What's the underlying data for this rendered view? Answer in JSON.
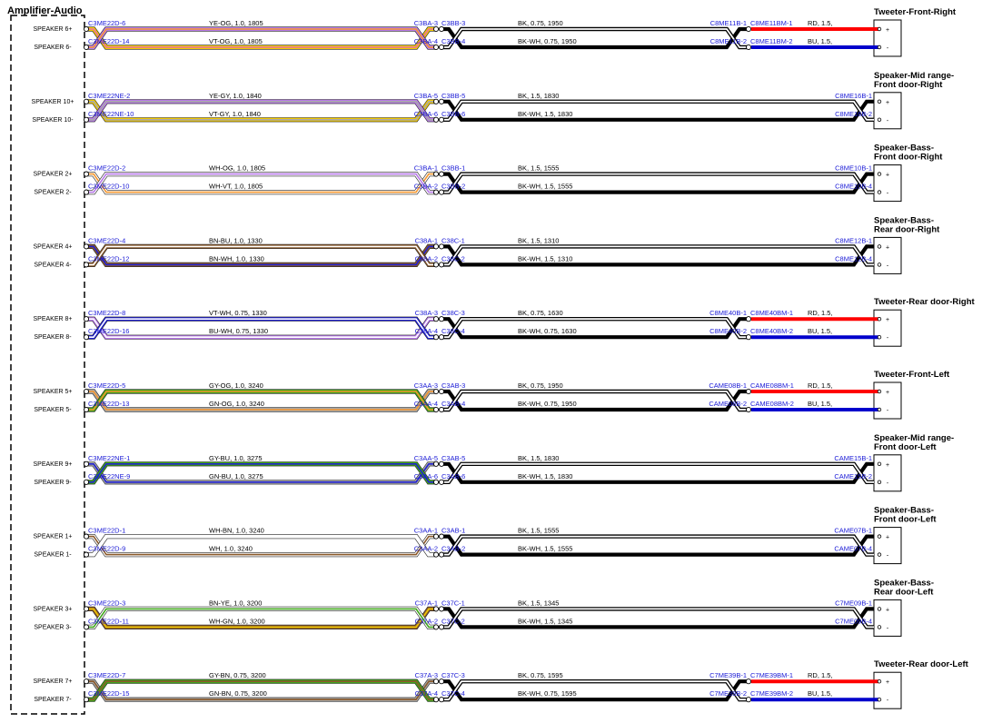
{
  "amplifier_title": "Amplifier-Audio",
  "colors": {
    "YE": "#f0c800",
    "OG": "#f5962e",
    "VT": "#b779e8",
    "GY": "#a8a8a8",
    "WH": "#ffffff",
    "BN": "#8b5a2b",
    "BU": "#2020d0",
    "GN": "#3fa51a",
    "PK": "#e870a0",
    "BK": "#000000",
    "RD": "#ff0000",
    "BUS": "#0000cc",
    "label_blue": "#1a1ad6"
  },
  "groups": [
    {
      "device": [
        "Tweeter-Front-Right"
      ],
      "rows": [
        {
          "pin": "SPEAKER 6+",
          "c1": "C3ME22D-6",
          "w1": "YE-OG, 1.0, 1805",
          "cc1": "YE",
          "cc2": "PK",
          "cA": "C3BA-3",
          "cB": "C3BB-3",
          "w2": "BK, 0.75, 1950",
          "c2b": "C8ME11B-1",
          "c3": "C8ME11BM-1",
          "w3": "RD, 1.5,",
          "w3c": "RD",
          "pol": "+"
        },
        {
          "pin": "SPEAKER 6-",
          "c1": "C3ME22D-14",
          "w1": "VT-OG, 1.0, 1805",
          "cc1": "VT",
          "cc2": "OG",
          "cA": "C3BA-4",
          "cB": "C3BB-4",
          "w2": "BK-WH, 0.75, 1950",
          "c2b": "C8ME11B-2",
          "c3": "C8ME11BM-2",
          "w3": "BU, 1.5,",
          "w3c": "BUS",
          "pol": "-"
        }
      ]
    },
    {
      "device": [
        "Speaker-Mid range-",
        "Front door-Right"
      ],
      "rows": [
        {
          "pin": "SPEAKER 10+",
          "c1": "C3ME22NE-2",
          "w1": "YE-GY, 1.0, 1840",
          "cc1": "YE",
          "cc2": "GY",
          "cA": "C3BA-5",
          "cB": "C3BB-5",
          "w2": "BK, 1.5, 1830",
          "c2b": "C8ME16B-1",
          "pol": "+"
        },
        {
          "pin": "SPEAKER 10-",
          "c1": "C3ME22NE-10",
          "w1": "VT-GY, 1.0, 1840",
          "cc1": "VT",
          "cc2": "GY",
          "cA": "C3BA-6",
          "cB": "C3BB-6",
          "w2": "BK-WH, 1.5, 1830",
          "c2b": "C8ME16B-2",
          "pol": "-"
        }
      ]
    },
    {
      "device": [
        "Speaker-Bass-",
        "Front door-Right"
      ],
      "rows": [
        {
          "pin": "SPEAKER 2+",
          "c1": "C3ME22D-2",
          "w1": "WH-OG, 1.0, 1805",
          "cc1": "WH",
          "cc2": "OG",
          "cA": "C3BA-1",
          "cB": "C3BB-1",
          "w2": "BK, 1.5, 1555",
          "c2b": "C8ME10B-1",
          "pol": "+"
        },
        {
          "pin": "SPEAKER 2-",
          "c1": "C3ME22D-10",
          "w1": "WH-VT, 1.0, 1805",
          "cc1": "WH",
          "cc2": "VT",
          "cA": "C3BA-2",
          "cB": "C3BB-2",
          "w2": "BK-WH, 1.5, 1555",
          "c2b": "C8ME10B-4",
          "pol": "-"
        }
      ]
    },
    {
      "device": [
        "Speaker-Bass-",
        "Rear door-Right"
      ],
      "rows": [
        {
          "pin": "SPEAKER 4+",
          "c1": "C3ME22D-4",
          "w1": "BN-BU, 1.0, 1330",
          "cc1": "BN",
          "cc2": "BU",
          "cA": "C38A-1",
          "cB": "C38C-1",
          "w2": "BK, 1.5, 1310",
          "c2b": "C8ME12B-1",
          "pol": "+"
        },
        {
          "pin": "SPEAKER 4-",
          "c1": "C3ME22D-12",
          "w1": "BN-WH, 1.0, 1330",
          "cc1": "BN",
          "cc2": "WH",
          "cA": "C38A-2",
          "cB": "C38C-2",
          "w2": "BK-WH, 1.5, 1310",
          "c2b": "C8ME12B-4",
          "pol": "-"
        }
      ]
    },
    {
      "device": [
        "Tweeter-Rear door-Right"
      ],
      "rows": [
        {
          "pin": "SPEAKER 8+",
          "c1": "C3ME22D-8",
          "w1": "VT-WH, 0.75, 1330",
          "cc1": "VT",
          "cc2": "WH",
          "cA": "C38A-3",
          "cB": "C38C-3",
          "w2": "BK, 0.75, 1630",
          "c2b": "C8ME40B-1",
          "c3": "C8ME40BM-1",
          "w3": "RD, 1.5,",
          "w3c": "RD",
          "pol": "+"
        },
        {
          "pin": "SPEAKER 8-",
          "c1": "C3ME22D-16",
          "w1": "BU-WH, 0.75, 1330",
          "cc1": "BU",
          "cc2": "WH",
          "cA": "C38A-4",
          "cB": "C38C-4",
          "w2": "BK-WH, 0.75, 1630",
          "c2b": "C8ME40B-2",
          "c3": "C8ME40BM-2",
          "w3": "BU, 1.5,",
          "w3c": "BUS",
          "pol": "-"
        }
      ]
    },
    {
      "device": [
        "Tweeter-Front-Left"
      ],
      "rows": [
        {
          "pin": "SPEAKER 5+",
          "c1": "C3ME22D-5",
          "w1": "GY-OG, 1.0, 3240",
          "cc1": "GY",
          "cc2": "OG",
          "cA": "C3AA-3",
          "cB": "C3AB-3",
          "w2": "BK, 0.75, 1950",
          "c2b": "CAME08B-1",
          "c3": "CAME08BM-1",
          "w3": "RD, 1.5,",
          "w3c": "RD",
          "pol": "+"
        },
        {
          "pin": "SPEAKER 5-",
          "c1": "C3ME22D-13",
          "w1": "GN-OG, 1.0, 3240",
          "cc1": "GN",
          "cc2": "OG",
          "cA": "C3AA-4",
          "cB": "C3AB-4",
          "w2": "BK-WH, 0.75, 1950",
          "c2b": "CAME08B-2",
          "c3": "CAME08BM-2",
          "w3": "BU, 1.5,",
          "w3c": "BUS",
          "pol": "-"
        }
      ]
    },
    {
      "device": [
        "Speaker-Mid range-",
        "Front door-Left"
      ],
      "rows": [
        {
          "pin": "SPEAKER 9+",
          "c1": "C3ME22NE-1",
          "w1": "GY-BU, 1.0, 3275",
          "cc1": "GY",
          "cc2": "BU",
          "cA": "C3AA-5",
          "cB": "C3AB-5",
          "w2": "BK, 1.5, 1830",
          "c2b": "CAME15B-1",
          "pol": "+"
        },
        {
          "pin": "SPEAKER 9-",
          "c1": "C3ME22NE-9",
          "w1": "GN-BU, 1.0, 3275",
          "cc1": "GN",
          "cc2": "BU",
          "cA": "C3AA-6",
          "cB": "C3AB-6",
          "w2": "BK-WH, 1.5, 1830",
          "c2b": "CAME15B-2",
          "pol": "-"
        }
      ]
    },
    {
      "device": [
        "Speaker-Bass-",
        "Front door-Left"
      ],
      "rows": [
        {
          "pin": "SPEAKER 1+",
          "c1": "C3ME22D-1",
          "w1": "WH-BN, 1.0, 3240",
          "cc1": "WH",
          "cc2": "BN",
          "cA": "C3AA-1",
          "cB": "C3AB-1",
          "w2": "BK, 1.5, 1555",
          "c2b": "CAME07B-1",
          "pol": "+"
        },
        {
          "pin": "SPEAKER 1-",
          "c1": "C3ME22D-9",
          "w1": "WH, 1.0, 3240",
          "cc1": "WH",
          "cc2": "WH",
          "cA": "C3AA-2",
          "cB": "C3AB-2",
          "w2": "BK-WH, 1.5, 1555",
          "c2b": "CAME07B-4",
          "pol": "-"
        }
      ]
    },
    {
      "device": [
        "Speaker-Bass-",
        "Rear door-Left"
      ],
      "rows": [
        {
          "pin": "SPEAKER 3+",
          "c1": "C3ME22D-3",
          "w1": "BN-YE, 1.0, 3200",
          "cc1": "BN",
          "cc2": "YE",
          "cA": "C37A-1",
          "cB": "C37C-1",
          "w2": "BK, 1.5, 1345",
          "c2b": "C7ME09B-1",
          "pol": "+"
        },
        {
          "pin": "SPEAKER 3-",
          "c1": "C3ME22D-11",
          "w1": "WH-GN, 1.0, 3200",
          "cc1": "WH",
          "cc2": "GN",
          "cA": "C37A-2",
          "cB": "C37C-2",
          "w2": "BK-WH, 1.5, 1345",
          "c2b": "C7ME09B-4",
          "pol": "-"
        }
      ]
    },
    {
      "device": [
        "Tweeter-Rear door-Left"
      ],
      "rows": [
        {
          "pin": "SPEAKER 7+",
          "c1": "C3ME22D-7",
          "w1": "GY-BN, 0.75, 3200",
          "cc1": "GY",
          "cc2": "BN",
          "cA": "C37A-3",
          "cB": "C37C-3",
          "w2": "BK, 0.75, 1595",
          "c2b": "C7ME39B-1",
          "c3": "C7ME39BM-1",
          "w3": "RD, 1.5,",
          "w3c": "RD",
          "pol": "+"
        },
        {
          "pin": "SPEAKER 7-",
          "c1": "C3ME22D-15",
          "w1": "GN-BN, 0.75, 3200",
          "cc1": "GN",
          "cc2": "BN",
          "cA": "C37A-4",
          "cB": "C37C-4",
          "w2": "BK-WH, 0.75, 1595",
          "c2b": "C7ME39B-2",
          "c3": "C7ME39BM-2",
          "w3": "BU, 1.5,",
          "w3c": "BUS",
          "pol": "-"
        }
      ]
    }
  ]
}
